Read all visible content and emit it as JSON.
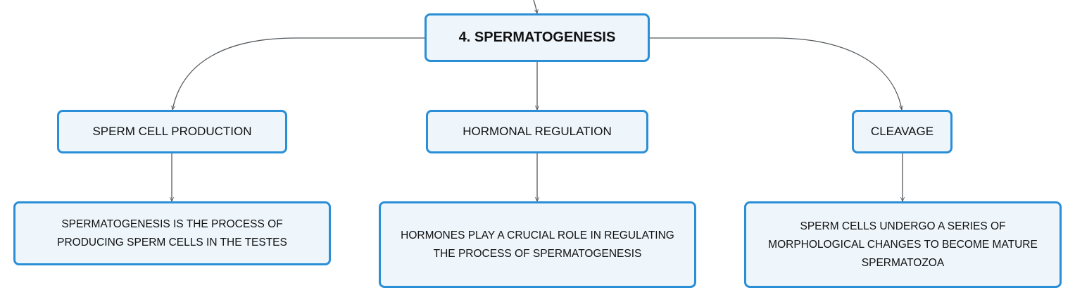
{
  "diagram": {
    "root": {
      "label": "4. SPERMATOGENESIS"
    },
    "branches": [
      {
        "label": "SPERM CELL PRODUCTION",
        "detail": "SPERMATOGENESIS IS THE PROCESS OF PRODUCING SPERM CELLS IN THE TESTES"
      },
      {
        "label": "HORMONAL REGULATION",
        "detail": "HORMONES PLAY A CRUCIAL ROLE IN REGULATING THE PROCESS OF SPERMATOGENESIS"
      },
      {
        "label": "CLEAVAGE",
        "detail": "SPERM CELLS UNDERGO A SERIES OF MORPHOLOGICAL CHANGES TO BECOME MATURE SPERMATOZOA"
      }
    ],
    "colors": {
      "node_border": "#2a8fd6",
      "node_fill": "#eef6fc",
      "connector": "#555a5e"
    }
  }
}
